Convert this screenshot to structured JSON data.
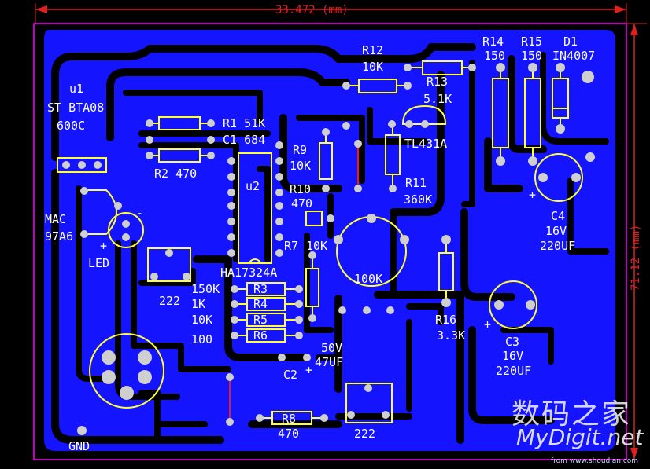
{
  "board": {
    "width_dim": "33.472 (mm)",
    "height_dim": "71.12 (mm)",
    "colors": {
      "background": "#000000",
      "copper": "#1414ff",
      "trace_gap": "#000000",
      "silkscreen": "#ffff33",
      "pad": "#cfcfcf",
      "outline": "#ff00ff",
      "dimension": "#e02020",
      "jumper": "#e02020",
      "label": "#ffffff"
    }
  },
  "labels": {
    "u1": "u1",
    "u1_part": "ST BTA08",
    "u1_rating": "600C",
    "r1": "R1 51K",
    "c1": "C1 684",
    "r2": "R2 470",
    "u2": "u2",
    "u2_part": "HA17324A",
    "r12": "R12",
    "r12_val": "10K",
    "r13": "R13",
    "r13_val": "5.1K",
    "r14": "R14",
    "r14_val": "150",
    "r15": "R15",
    "r15_val": "150",
    "d1": "D1",
    "d1_part": "IN4007",
    "tl": "TL431A",
    "r9": "R9",
    "r9_val": "10K",
    "r10": "R10",
    "r10_val": "470",
    "r11": "R11",
    "r11_val": "360K",
    "mac": "MAC",
    "mac_part": "97A6",
    "led": "LED",
    "r7": "R7",
    "r7_val": "10K",
    "pot": "100K",
    "c4": "C4",
    "c4_v": "16V",
    "c4_c": "220UF",
    "r3": "R3",
    "r4": "R4",
    "r5": "R5",
    "r6": "R6",
    "r3_val": "150K",
    "r4_val": "1K",
    "r5_val": "10K",
    "r6_val": "100",
    "c_222_left": "222",
    "r16": "R16",
    "r16_val": "3.3K",
    "c3": "C3",
    "c3_v": "16V",
    "c3_c": "220UF",
    "c2": "C2",
    "c2_v": "50V",
    "c2_c": "47UF",
    "r8": "R8",
    "r8_val": "470",
    "c_222_bottom": "222",
    "gnd": "GND",
    "plus": "+",
    "minus": "-"
  },
  "watermark": {
    "cn": "数码之家",
    "en": "MyDigit.net",
    "from": "from www.shoudian.com"
  }
}
